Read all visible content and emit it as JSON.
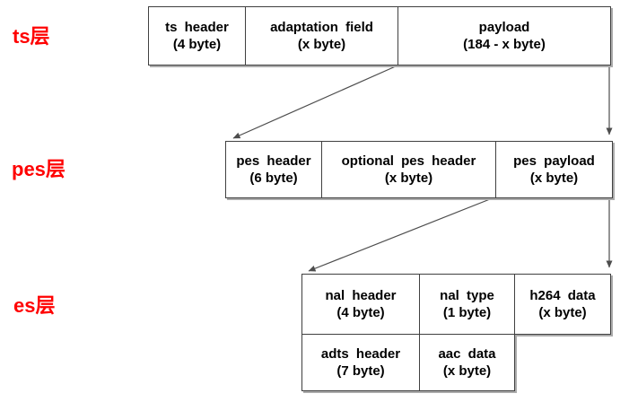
{
  "diagram": {
    "layers": [
      {
        "id": "ts",
        "label": "ts层",
        "boxes": [
          {
            "name": "ts header",
            "size": "(4 byte)"
          },
          {
            "name": "adaptation field",
            "size": "(x byte)"
          },
          {
            "name": "payload",
            "size": "(184 - x byte)"
          }
        ]
      },
      {
        "id": "pes",
        "label": "pes层",
        "boxes": [
          {
            "name": "pes header",
            "size": "(6 byte)"
          },
          {
            "name": "optional pes header",
            "size": "(x byte)"
          },
          {
            "name": "pes payload",
            "size": "(x byte)"
          }
        ]
      },
      {
        "id": "es",
        "label": "es层",
        "boxes": [
          {
            "name": "nal header",
            "size": "(4 byte)"
          },
          {
            "name": "nal type",
            "size": "(1 byte)"
          },
          {
            "name": "h264 data",
            "size": "(x byte)"
          },
          {
            "name": "adts header",
            "size": "(7 byte)"
          },
          {
            "name": "aac data",
            "size": "(x byte)"
          }
        ]
      }
    ],
    "arrows": [
      {
        "from": "payload bottom-left",
        "to": "pes header top-left"
      },
      {
        "from": "payload bottom-right",
        "to": "pes payload top"
      },
      {
        "from": "pes payload bottom-left",
        "to": "nal header top-left"
      },
      {
        "from": "pes payload bottom-right",
        "to": "h264 data top"
      }
    ],
    "colors": {
      "label_text": "#ff0000",
      "box_border": "#404040",
      "box_shadow": "#ababab",
      "box_text": "#000000",
      "arrow": "#4d4d4d",
      "background": "#ffffff"
    }
  }
}
